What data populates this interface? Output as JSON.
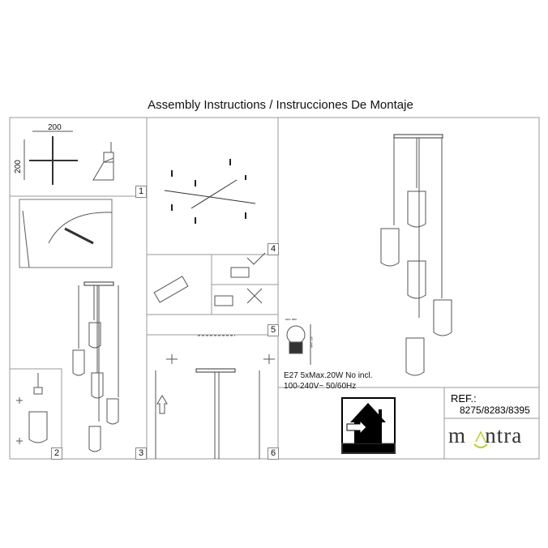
{
  "title": "Assembly Instructions / Instrucciones De Montaje",
  "steps": [
    "1",
    "2",
    "3",
    "4",
    "5",
    "6"
  ],
  "dimensions": {
    "width": "200",
    "height": "200"
  },
  "bulb": {
    "line1": "E27 5xMax.20W  No incl.",
    "line2": "100-240V~ 50/60Hz",
    "max_width": "MAX. Ø60",
    "max_height": "MAX. 120"
  },
  "ref": {
    "label": "REF.:",
    "value": "8275/8283/8395"
  },
  "brand": {
    "logo_text": "mantra",
    "accent": "#b5d334"
  },
  "icons": [
    "drill-icon",
    "indoor-use-icon",
    "arrow-up-icon",
    "light-bulb-icon"
  ]
}
